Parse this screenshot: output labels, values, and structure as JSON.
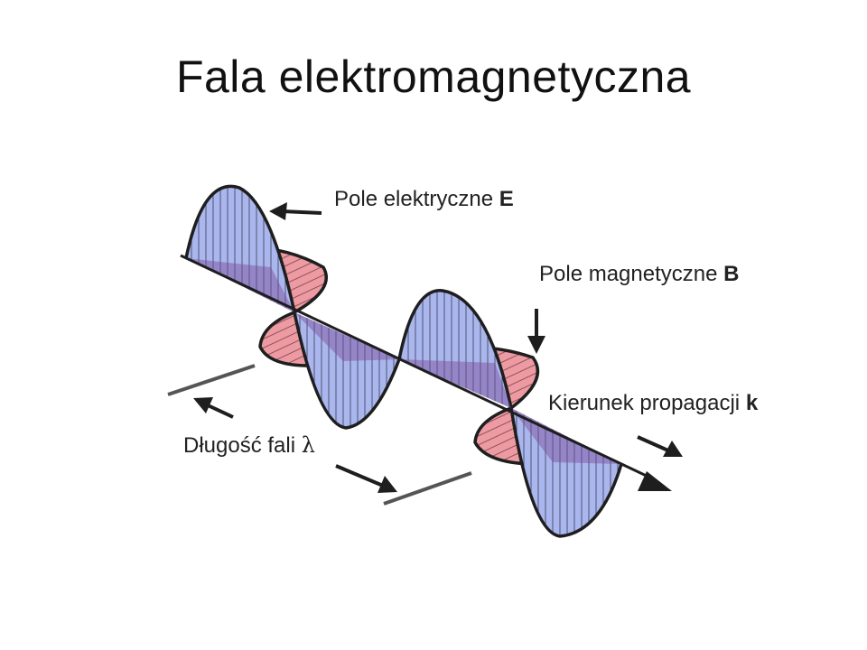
{
  "title": "Fala elektromagnetyczna",
  "labels": {
    "electric_field": {
      "text": "Pole elektryczne ",
      "symbol": "E"
    },
    "magnetic_field": {
      "text": "Pole magnetyczne ",
      "symbol": "B"
    },
    "propagation": {
      "text": "Kierunek propagacji ",
      "symbol": "k"
    },
    "wavelength": {
      "text": "Długość fali ",
      "symbol": "λ"
    }
  },
  "colors": {
    "electric_fill": "#aab6ee",
    "magnetic_fill": "#ee9aa2",
    "overlap_fill": "#9a72a8",
    "outline": "#1e1e1e",
    "arrow": "#1e1e1e",
    "ref_line": "#555555"
  }
}
